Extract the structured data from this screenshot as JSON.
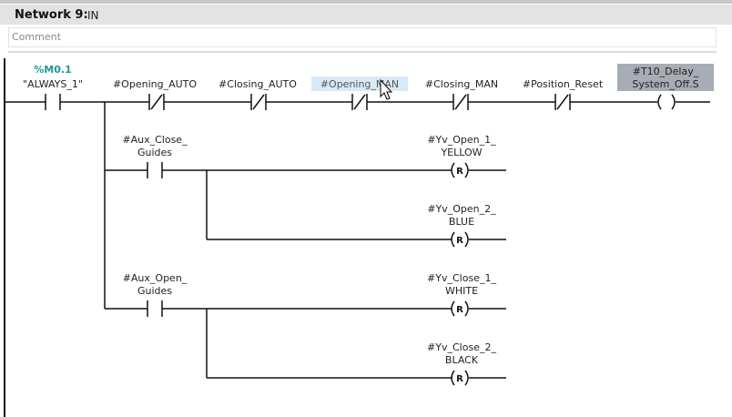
{
  "network": {
    "title": "Network 9:",
    "name": "IN",
    "comment_placeholder": "Comment"
  },
  "rung": {
    "address": "%M0.1",
    "always": "\"ALWAYS_1\"",
    "contacts": [
      {
        "label": "#Opening_AUTO",
        "type": "NC"
      },
      {
        "label": "#Closing_AUTO",
        "type": "NC"
      },
      {
        "label": "#Opening_MAN",
        "type": "NC",
        "highlight": true
      },
      {
        "label": "#Closing_MAN",
        "type": "NC"
      },
      {
        "label": "#Position_Reset",
        "type": "NC"
      }
    ],
    "output_coil": {
      "line1": "#T10_Delay_",
      "line2": "System_Off.S"
    }
  },
  "branches": [
    {
      "contact": {
        "line1": "#Aux_Close_",
        "line2": "Guides",
        "type": "NO"
      },
      "coils": [
        {
          "line1": "#Yv_Open_1_",
          "line2": "YELLOW",
          "type": "R"
        },
        {
          "line1": "#Yv_Open_2_",
          "line2": "BLUE",
          "type": "R"
        }
      ]
    },
    {
      "contact": {
        "line1": "#Aux_Open_",
        "line2": "Guides",
        "type": "NO"
      },
      "coils": [
        {
          "line1": "#Yv_Close_1_",
          "line2": "WHITE",
          "type": "R"
        },
        {
          "line1": "#Yv_Close_2_",
          "line2": "BLACK",
          "type": "R"
        }
      ]
    }
  ],
  "colors": {
    "highlight": "#d8e9f7",
    "coil_box": "#a7acb5",
    "address": "#1a9a9a"
  }
}
